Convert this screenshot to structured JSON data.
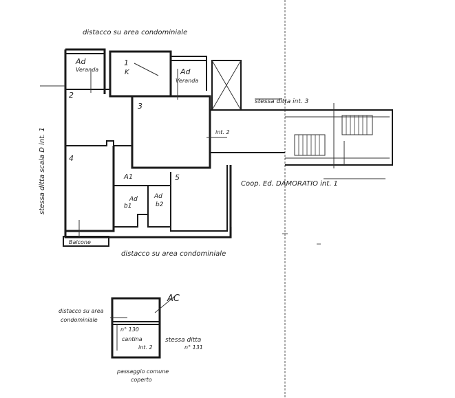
{
  "labels": {
    "top_distacco": "distacco su area condominiale",
    "bottom_distacco": "distacco su area condominiale",
    "left_side": "stessa ditta scala D int. 1",
    "right_stessa": "stessa ditta int. 3",
    "int2": "int. 2",
    "coop": "Coop. Ed. DAMORATIO int. 1",
    "balcone": "Balcone",
    "room1_num": "1",
    "room1_code": "K",
    "room2": "2",
    "room3": "3",
    "room4": "4",
    "room5": "5",
    "veranda_left_code": "Ad",
    "veranda_left": "Veranda",
    "veranda_right_code": "Ad",
    "veranda_right": "Veranda",
    "a1": "A1",
    "b1_code": "Ad",
    "b1": "b1",
    "b2_code": "Ad",
    "b2": "b2",
    "cantina_distacco_1": "distacco su area",
    "cantina_distacco_2": "condominiale",
    "cantina_ac": "AC",
    "cantina_no": "n° 130",
    "cantina": "cantina",
    "cantina_int": "int. 2",
    "cantina_stessa": "stessa ditta",
    "cantina_no131": "n° 131",
    "passaggio_1": "passaggio comune",
    "passaggio_2": "coperto"
  }
}
